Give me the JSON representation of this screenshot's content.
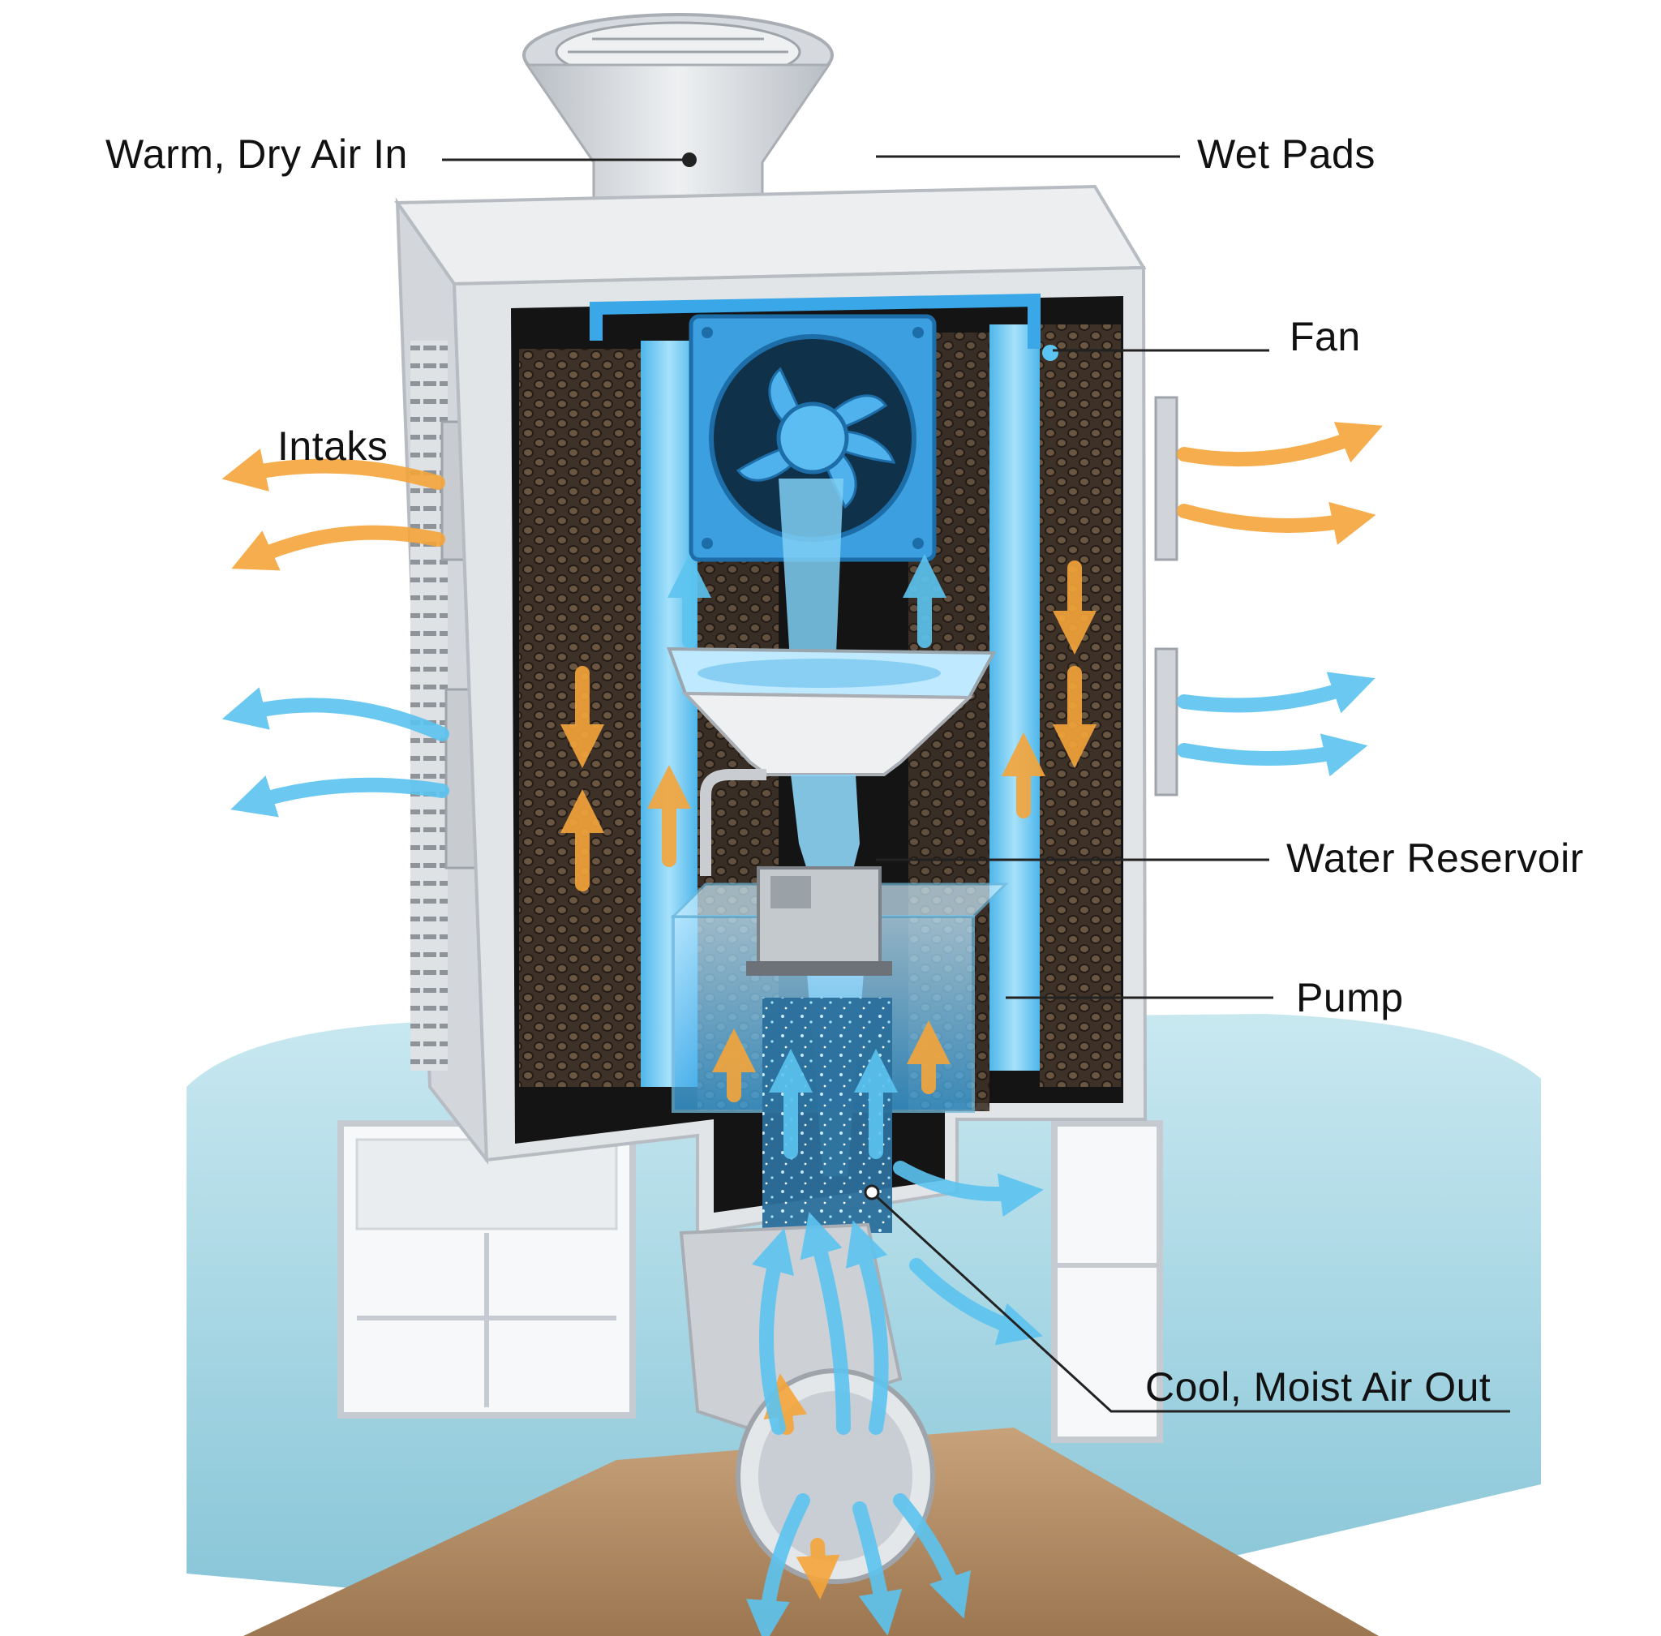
{
  "labels": {
    "warm_air_in": "Warm, Dry Air In",
    "wet_pads": "Wet Pads",
    "fan": "Fan",
    "intaks": "Intaks",
    "water_reservoir": "Water Reservoir",
    "pump": "Pump",
    "cool_air_out": "Cool, Moist Air Out"
  },
  "colors": {
    "warm_air": "#f5a53a",
    "cool_air": "#5cc4f0",
    "water": "#3aa7e8",
    "housing": "#e2e5e8",
    "housing_dark": "#b7bcc2",
    "pad": "#3d3128",
    "pad_cell": "#6b5642",
    "fan_blue": "#3b9fe0",
    "wall": "#7cc2d6",
    "floor": "#b58e63",
    "leader_line": "#222222"
  },
  "icons": [
    "fan-icon",
    "pump-icon",
    "honeycomb-pad-icon",
    "warm-air-arrow-icon",
    "cool-air-arrow-icon",
    "water-drop-icon"
  ]
}
